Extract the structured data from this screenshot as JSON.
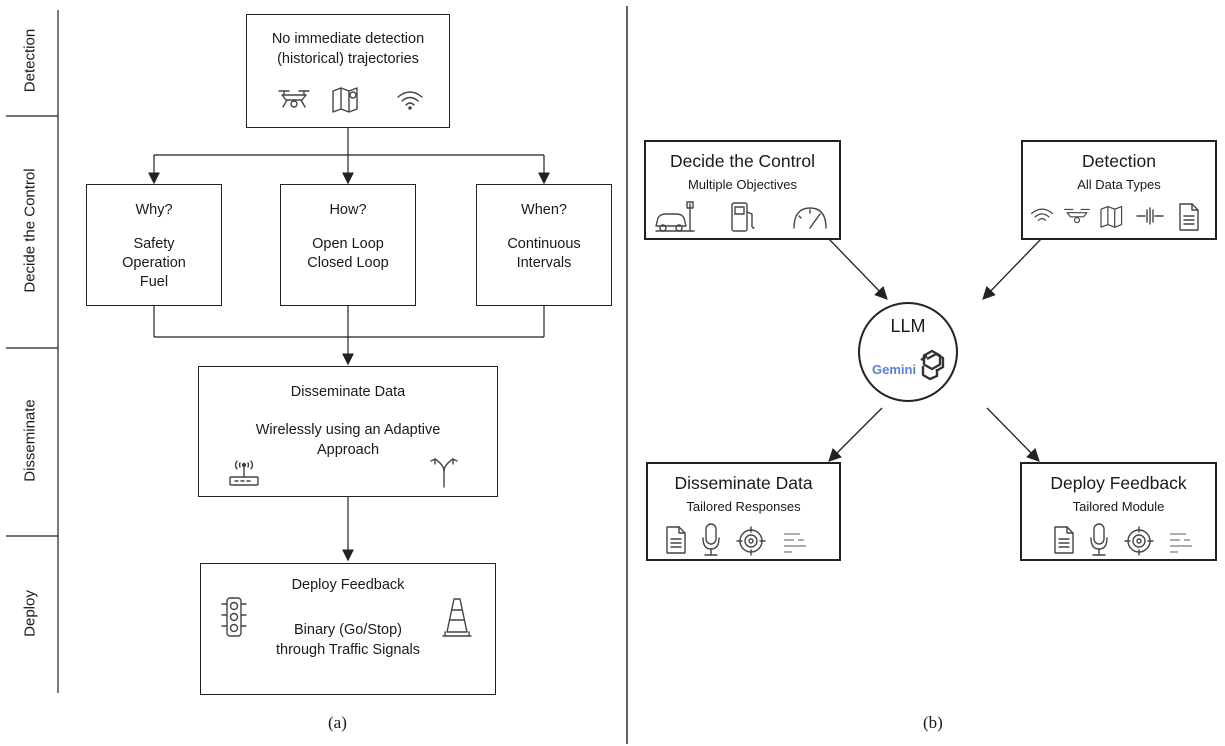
{
  "panel_a": {
    "caption": "(a)",
    "lanes": [
      "Detection",
      "Decide the Control",
      "Disseminate",
      "Deploy"
    ],
    "detection_box": {
      "line1": "No immediate detection",
      "line2": "(historical) trajectories",
      "icons": [
        "drone-icon",
        "map-icon",
        "wifi-icon"
      ]
    },
    "why_box": {
      "title": "Why?",
      "lines": [
        "Safety",
        "Operation",
        "Fuel"
      ]
    },
    "how_box": {
      "title": "How?",
      "lines": [
        "Open Loop",
        "Closed Loop"
      ]
    },
    "when_box": {
      "title": "When?",
      "lines": [
        "Continuous",
        "Intervals"
      ]
    },
    "disseminate_box": {
      "title": "Disseminate Data",
      "line1": "Wirelessly using an Adaptive",
      "line2": "Approach",
      "icons": [
        "router-icon",
        "split-arrow-icon"
      ]
    },
    "deploy_box": {
      "title": "Deploy Feedback",
      "line1": "Binary (Go/Stop)",
      "line2": "through Traffic Signals",
      "icons": [
        "traffic-light-icon",
        "traffic-cone-icon"
      ]
    }
  },
  "panel_b": {
    "caption": "(b)",
    "center": {
      "title": "LLM",
      "logo_text": "Gemini",
      "icons": [
        "openai-logo-icon"
      ]
    },
    "decide_box": {
      "title": "Decide the Control",
      "subtitle": "Multiple Objectives",
      "icons": [
        "car-charger-icon",
        "fuel-pump-icon",
        "speedometer-icon"
      ]
    },
    "detection_box": {
      "title": "Detection",
      "subtitle": "All Data Types",
      "icons": [
        "wifi-icon",
        "drone-icon",
        "map-icon",
        "signal-icon",
        "document-icon"
      ]
    },
    "disseminate_box": {
      "title": "Disseminate Data",
      "subtitle": "Tailored Responses",
      "icons": [
        "document-icon",
        "microphone-icon",
        "target-icon",
        "code-lines-icon"
      ]
    },
    "deploy_box": {
      "title": "Deploy Feedback",
      "subtitle": "Tailored Module",
      "icons": [
        "document-icon",
        "microphone-icon",
        "target-icon",
        "code-lines-icon"
      ]
    }
  },
  "colors": {
    "line": "#222222",
    "icon": "#555555",
    "gemini_start": "#4a7bd8",
    "gemini_end": "#c45aa8"
  }
}
